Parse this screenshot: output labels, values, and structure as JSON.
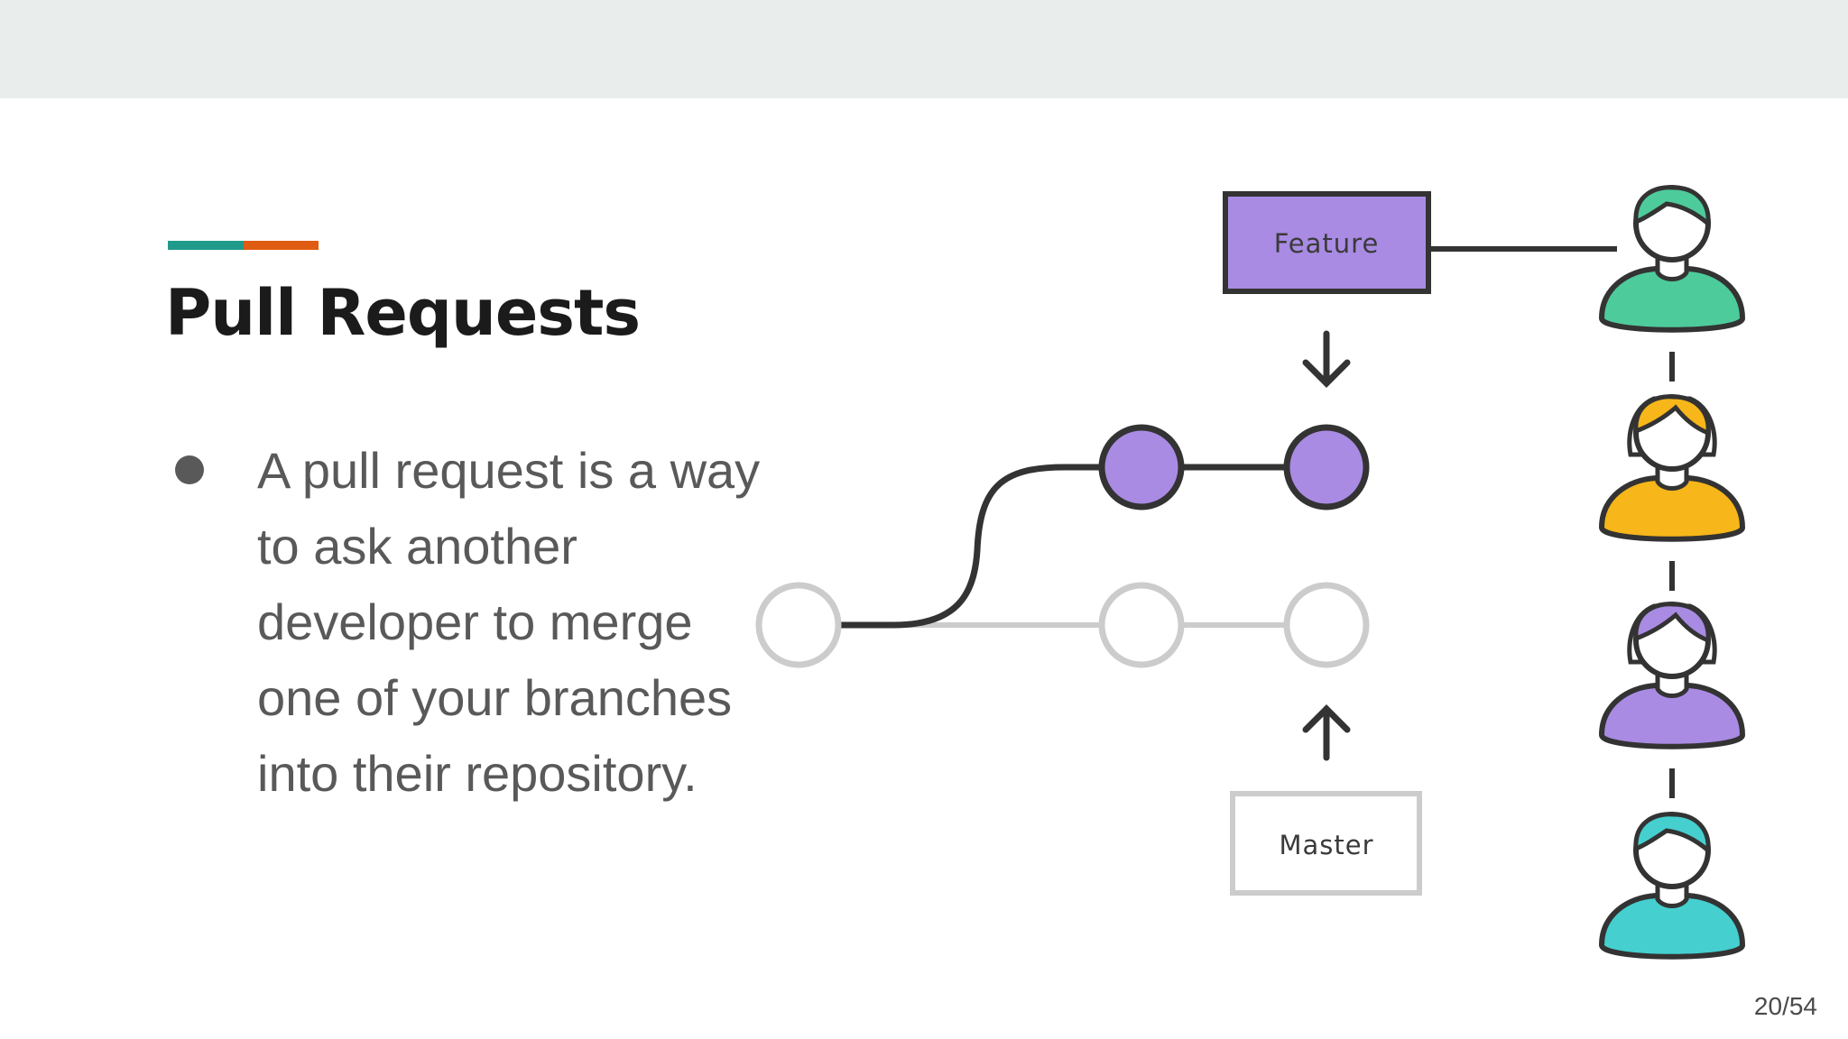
{
  "slide": {
    "title": "Pull Requests",
    "bullet_lines": [
      "A pull request is a way",
      "to ask another",
      "developer to merge",
      "one of your branches",
      "into their repository."
    ],
    "page_number": "20/54"
  },
  "diagram": {
    "feature_label": "Feature",
    "master_label": "Master",
    "colors": {
      "feature": "#a98be3",
      "avatar_green": "#4ecb9b",
      "avatar_yellow": "#f7b619",
      "avatar_purple": "#a98be3",
      "avatar_teal": "#45cfcf",
      "outline": "#333333",
      "master_line": "#cccccc"
    }
  },
  "theme": {
    "top_band": "#e9eeec",
    "accent_teal": "#1f9a8b",
    "accent_orange": "#e05c12"
  }
}
